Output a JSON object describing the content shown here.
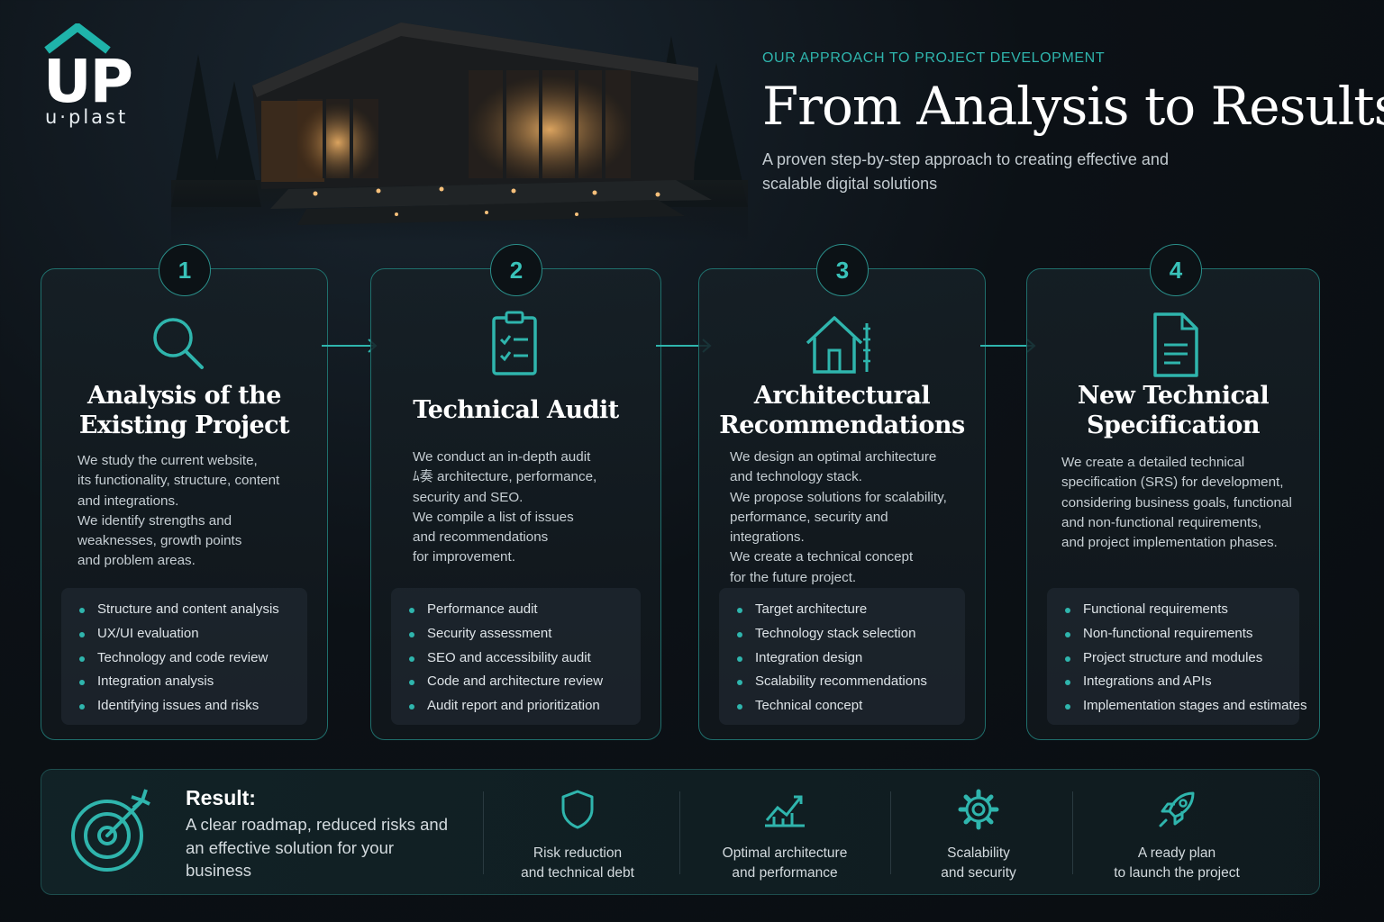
{
  "logo": {
    "mark": "UP",
    "wordmark": "u·plast"
  },
  "header": {
    "eyebrow": "OUR APPROACH TO PROJECT DEVELOPMENT",
    "title": "From Analysis to Results",
    "subtitle": "A proven step-by-step approach to creating effective and scalable digital solutions"
  },
  "steps": [
    {
      "number": "1",
      "icon": "magnifier-icon",
      "title_lines": [
        "Analysis of the",
        "Existing Project"
      ],
      "desc_lines": [
        "We study the current website,",
        "its functionality, structure, content",
        "and integrations.",
        "We identify strengths and",
        "weaknesses, growth points",
        "and problem areas."
      ],
      "items": [
        "Structure and content analysis",
        "UX/UI evaluation",
        "Technology and code review",
        "Integration analysis",
        "Identifying issues and risks"
      ]
    },
    {
      "number": "2",
      "icon": "clipboard-checklist-icon",
      "title_lines": [
        "Technical Audit"
      ],
      "desc_lines": [
        "We conduct an in-depth audit",
        "ﾑ奏 architecture, performance,",
        "security and SEO.",
        "We compile a list of issues",
        "and recommendations",
        "for improvement."
      ],
      "items": [
        "Performance audit",
        "Security assessment",
        "SEO and accessibility audit",
        "Code and architecture review",
        "Audit report and prioritization"
      ]
    },
    {
      "number": "3",
      "icon": "house-ruler-icon",
      "title_lines": [
        "Architectural",
        "Recommendations"
      ],
      "desc_lines": [
        "We design an optimal architecture",
        "and technology stack.",
        "We propose solutions for scalability,",
        "performance, security and",
        "integrations.",
        "We create a technical concept",
        "for the future project."
      ],
      "items": [
        "Target architecture",
        "Technology stack selection",
        "Integration design",
        "Scalability recommendations",
        "Technical concept"
      ]
    },
    {
      "number": "4",
      "icon": "document-icon",
      "title_lines": [
        "New Technical",
        "Specification"
      ],
      "desc_lines": [
        "We create a detailed technical",
        "specification (SRS) for development,",
        "considering business goals, functional",
        "and non-functional requirements,",
        "and project implementation phases."
      ],
      "items": [
        "Functional requirements",
        "Non-functional requirements",
        "Project structure and modules",
        "Integrations and APIs",
        "Implementation stages and estimates"
      ]
    }
  ],
  "result": {
    "icon": "target-icon",
    "title": "Result:",
    "text": "A clear roadmap, reduced risks and an effective solution for your business",
    "benefits": [
      {
        "icon": "shield-icon",
        "lines": [
          "Risk reduction",
          "and technical debt"
        ]
      },
      {
        "icon": "growth-chart-icon",
        "lines": [
          "Optimal architecture",
          "and performance"
        ]
      },
      {
        "icon": "gear-icon",
        "lines": [
          "Scalability",
          "and security"
        ]
      },
      {
        "icon": "rocket-icon",
        "lines": [
          "A ready plan",
          "to launch the project"
        ]
      }
    ]
  },
  "colors": {
    "accent": "#2fb5ad",
    "background": "#0c1116",
    "card_border": "#1f6f6c"
  }
}
